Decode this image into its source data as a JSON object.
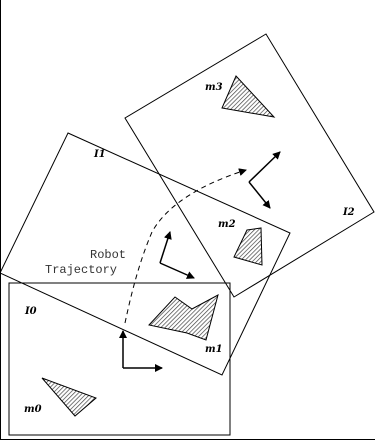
{
  "frames": {
    "i0": "I0",
    "i1": "I1",
    "i2": "I2"
  },
  "landmarks": {
    "m0": "m0",
    "m1": "m1",
    "m2": "m2",
    "m3": "m3"
  },
  "trajectory": {
    "line1": "Robot",
    "line2": "Trajectory"
  },
  "colors": {
    "stroke": "#000000",
    "hatch": "#444444",
    "background": "#ffffff"
  }
}
